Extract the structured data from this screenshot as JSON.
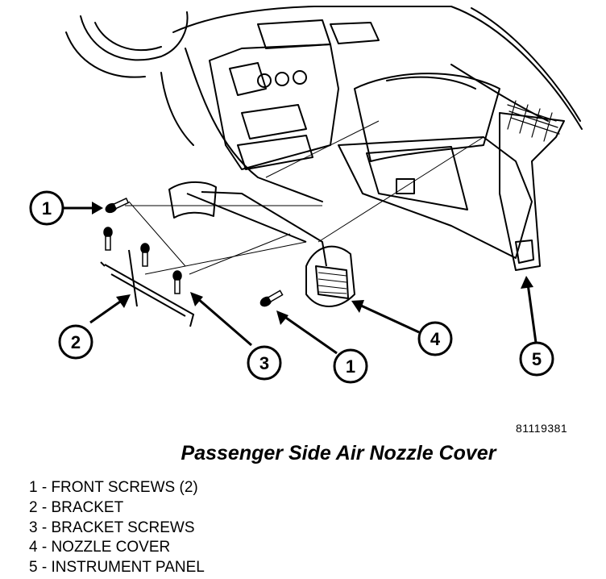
{
  "figure_id": "81119381",
  "caption": "Passenger Side Air Nozzle Cover",
  "callouts": [
    "1",
    "2",
    "3",
    "1",
    "4",
    "5"
  ],
  "legend": [
    "1 - FRONT SCREWS (2)",
    "2 - BRACKET",
    "3 - BRACKET SCREWS",
    "4 - NOZZLE COVER",
    "5 - INSTRUMENT PANEL"
  ]
}
